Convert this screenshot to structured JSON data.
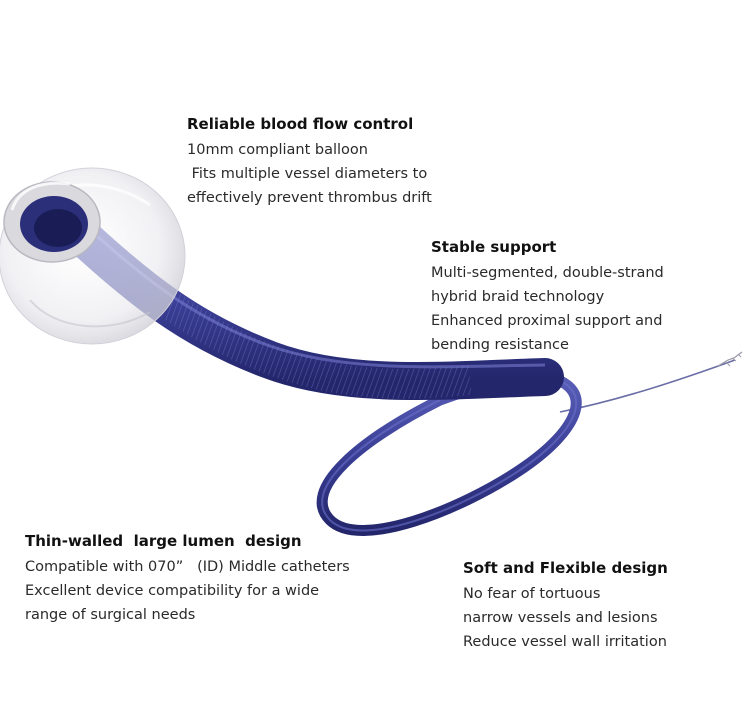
{
  "features": {
    "flow_control": {
      "title": "Reliable blood flow control",
      "lines": [
        "10mm compliant balloon",
        " Fits multiple vessel diameters to",
        "effectively prevent thrombus drift"
      ]
    },
    "support": {
      "title": "Stable support",
      "lines": [
        "Multi-segmented, double-strand",
        "hybrid braid technology",
        "Enhanced proximal support and",
        "bending resistance"
      ]
    },
    "lumen": {
      "title": "Thin-walled  large lumen  design",
      "lines": [
        "Compatible with 070”   (ID) Middle catheters",
        "Excellent device compatibility for a wide",
        "range of surgical needs"
      ]
    },
    "flexible": {
      "title": "Soft and Flexible design",
      "lines": [
        "No fear of tortuous",
        "narrow vessels and lesions",
        "Reduce vessel wall irritation"
      ]
    }
  },
  "colors": {
    "catheter": "#3b3f96",
    "catheter_dark": "#23266b",
    "balloon": "#e6e6ea",
    "tip": "#d8d8dc"
  },
  "icons": [
    "balloon-catheter-illustration",
    "guidewire-tip-icon"
  ]
}
